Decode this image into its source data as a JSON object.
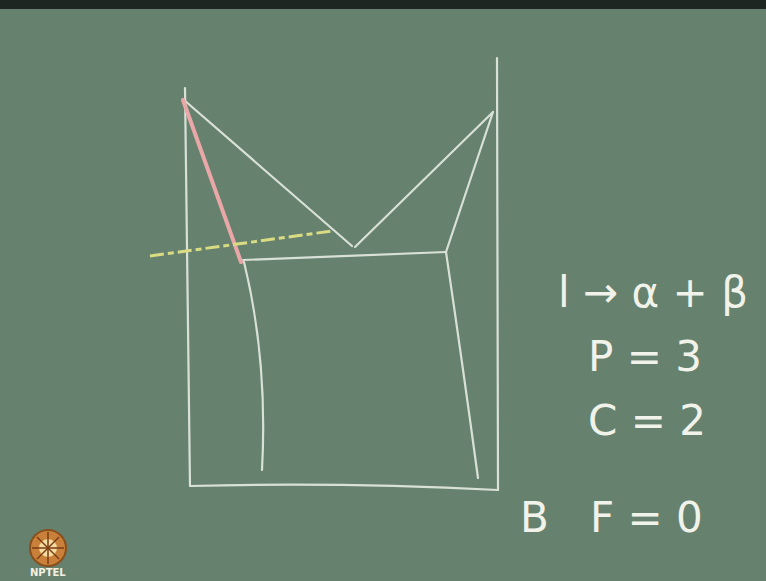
{
  "diagram": {
    "labels": [
      "l → α + β",
      "P = 3",
      "C = 2",
      "B",
      "F = 0",
      "NPTEL"
    ]
  }
}
